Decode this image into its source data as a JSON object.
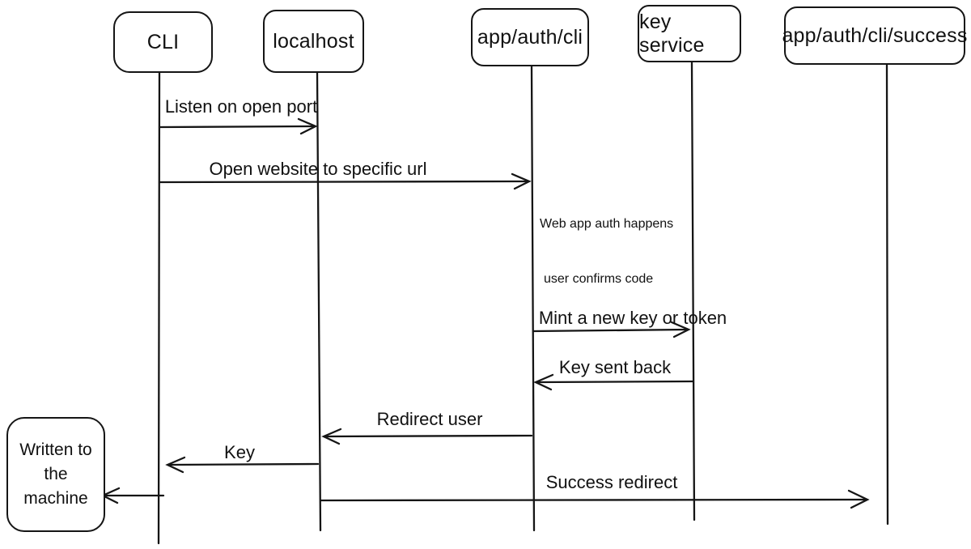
{
  "diagram": {
    "type": "sequence-diagram",
    "background": "#ffffff",
    "ink": "#111111",
    "actors": [
      {
        "id": "cli",
        "label": "CLI"
      },
      {
        "id": "localhost",
        "label": "localhost"
      },
      {
        "id": "app-auth-cli",
        "label": "app/auth/cli"
      },
      {
        "id": "key-service",
        "label": "key service"
      },
      {
        "id": "app-auth-cli-success",
        "label": "app/auth/cli/success"
      }
    ],
    "messages": [
      {
        "from": "CLI",
        "to": "localhost",
        "label": "Listen on open port"
      },
      {
        "from": "CLI",
        "to": "app/auth/cli",
        "label": "Open website to specific url"
      },
      {
        "from": "app/auth/cli",
        "to": "key service",
        "label": "Mint a new key or token"
      },
      {
        "from": "key service",
        "to": "app/auth/cli",
        "label": "Key sent back"
      },
      {
        "from": "app/auth/cli",
        "to": "localhost",
        "label": "Redirect user"
      },
      {
        "from": "localhost",
        "to": "CLI",
        "label": "Key"
      },
      {
        "from": "localhost",
        "to": "app/auth/cli/success",
        "label": "Success redirect"
      }
    ],
    "notes": [
      {
        "text": "Web app auth happens"
      },
      {
        "text": "user confirms code"
      }
    ],
    "end_box": {
      "line1": "Written to",
      "line2": "the",
      "line3": "machine"
    }
  }
}
